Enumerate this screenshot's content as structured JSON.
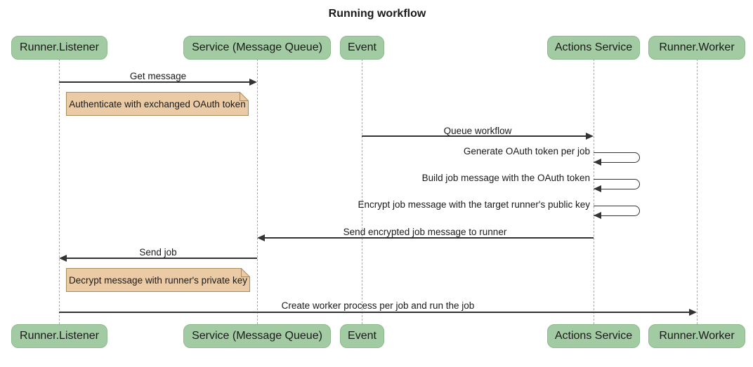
{
  "title": "Running workflow",
  "participants": [
    {
      "label": "Runner.Listener"
    },
    {
      "label": "Service (Message Queue)"
    },
    {
      "label": "Event"
    },
    {
      "label": "Actions Service"
    },
    {
      "label": "Runner.Worker"
    }
  ],
  "messages": [
    {
      "label": "Get message",
      "from": "Runner.Listener",
      "to": "Service (Message Queue)",
      "type": "arrow-right"
    },
    {
      "label": "Queue workflow",
      "from": "Event",
      "to": "Actions Service",
      "type": "arrow-right"
    },
    {
      "label": "Generate OAuth token per job",
      "from": "Actions Service",
      "to": "Actions Service",
      "type": "self-loop"
    },
    {
      "label": "Build job message with the OAuth token",
      "from": "Actions Service",
      "to": "Actions Service",
      "type": "self-loop"
    },
    {
      "label": "Encrypt job message with the target runner's public key",
      "from": "Actions Service",
      "to": "Actions Service",
      "type": "self-loop"
    },
    {
      "label": "Send encrypted job message to runner",
      "from": "Actions Service",
      "to": "Service (Message Queue)",
      "type": "arrow-left"
    },
    {
      "label": "Send job",
      "from": "Service (Message Queue)",
      "to": "Runner.Listener",
      "type": "arrow-left"
    },
    {
      "label": "Create worker process per job and run the job",
      "from": "Runner.Listener",
      "to": "Runner.Worker",
      "type": "arrow-right"
    }
  ],
  "notes": [
    {
      "text": "Authenticate with exchanged OAuth token",
      "position": "right of Runner.Listener"
    },
    {
      "text": "Decrypt message with runner's private key",
      "position": "right of Runner.Listener"
    }
  ],
  "colors": {
    "background": "#ffffff",
    "actor_fill": "#a3cba3",
    "actor_border": "#8cba8c",
    "note_fill": "#ebcba6",
    "note_border": "#aa8c5a",
    "line": "#333333",
    "lifeline": "#aaaaaa",
    "text": "#1a1a1a"
  }
}
